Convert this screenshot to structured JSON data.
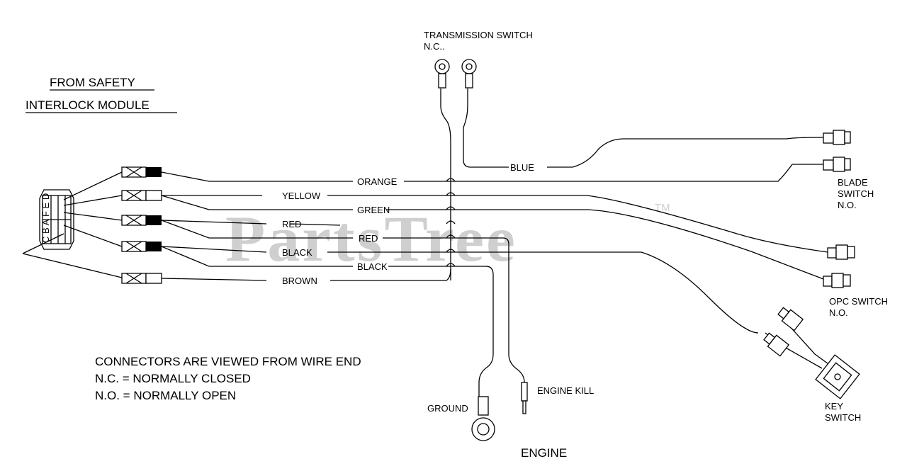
{
  "watermark": {
    "text": "PartsTree",
    "tm": "TM"
  },
  "source": {
    "line1": "FROM SAFETY",
    "line2": "INTERLOCK MODULE"
  },
  "module": {
    "pins_top": "F E D",
    "pins_bottom": "C B A"
  },
  "transmission_switch": {
    "line1": "TRANSMISSION  SWITCH",
    "line2": "N.C.."
  },
  "blade_switch": {
    "line1": "BLADE",
    "line2": "SWITCH",
    "line3": "N.O."
  },
  "opc_switch": {
    "line1": "OPC  SWITCH",
    "line2": "N.O."
  },
  "key_switch": {
    "line1": "KEY",
    "line2": "SWITCH"
  },
  "ground_label": "GROUND",
  "engine_kill_label": "ENGINE KILL",
  "engine_label": "ENGINE",
  "wires": {
    "orange": "ORANGE",
    "yellow": "YELLOW",
    "green": "GREEN",
    "red1": "RED",
    "red2": "RED",
    "black1": "BLACK",
    "black2": "BLACK",
    "brown": "BROWN",
    "blue": "BLUE"
  },
  "notes": {
    "line1": "CONNECTORS ARE VIEWED FROM WIRE END",
    "line2": "N.C. = NORMALLY CLOSED",
    "line3": "N.O. = NORMALLY OPEN"
  }
}
